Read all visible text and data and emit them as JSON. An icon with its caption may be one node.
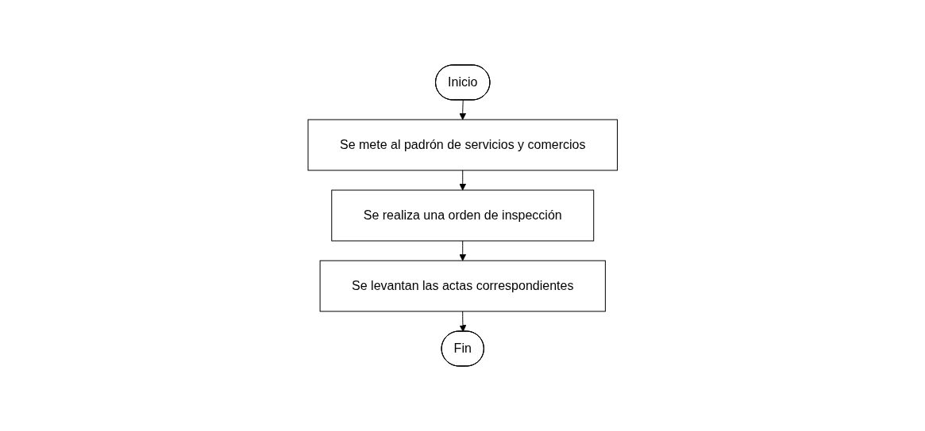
{
  "diagram": {
    "nodes": [
      {
        "text": [
          "Inicio"
        ]
      },
      {
        "text": [
          "Se mete al padrón de servicios y comercios"
        ]
      },
      {
        "text": [
          "Se realiza una orden de inspección"
        ]
      },
      {
        "text": [
          "Se levantan las actas correspondientes"
        ]
      },
      {
        "text": [
          "Fin"
        ]
      }
    ],
    "edges": [
      {
        "from": 0,
        "to": 1,
        "arrow": "to"
      },
      {
        "from": 1,
        "to": 2,
        "arrow": "to"
      },
      {
        "from": 2,
        "to": 3,
        "arrow": "to"
      },
      {
        "from": 3,
        "to": 4,
        "arrow": "to"
      }
    ]
  }
}
